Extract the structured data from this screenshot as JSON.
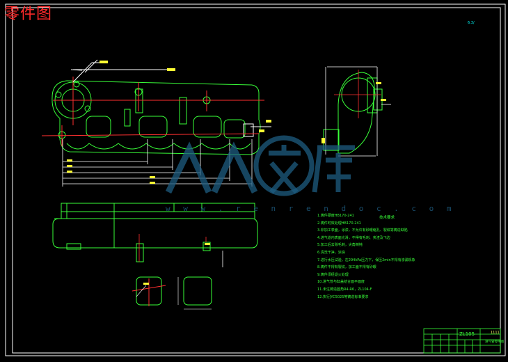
{
  "drawing": {
    "header_label": "零件图",
    "watermark_mark": "人人文库",
    "watermark_url": "w w w . r e n r e n d o c . c o m",
    "roughness_note": "6.3/",
    "tech_req_title": "技术要求",
    "tech_requirements": [
      "1.铸件硬度HB170-241",
      "2.铸件时效处理HB170-241",
      "3.非加工表面，涂漆，不允许有砂眼缩孔、裂纹等铸造缺陷",
      "4.进气道内表面光滑，不得有毛刺、夹渣及飞边",
      "5.加工后去除毛刺，尖角倒钝",
      "6.清洗干净，涂油",
      "7.进行水压试验，在294kPa压力下，保压2min不得有渗漏现象",
      "8.铸件不得有裂纹，加工面不得有砂眼",
      "9.铸件须经退火处理",
      "10.进气管与缸盖结合面平面度",
      "11.未注铸造圆角R4-R6，ZL104-F",
      "12.执行JYC5025等铸造标准要求"
    ],
    "title_block": {
      "part_code": "ZL105",
      "part_name": "进气管零件图",
      "number": "1111"
    }
  }
}
